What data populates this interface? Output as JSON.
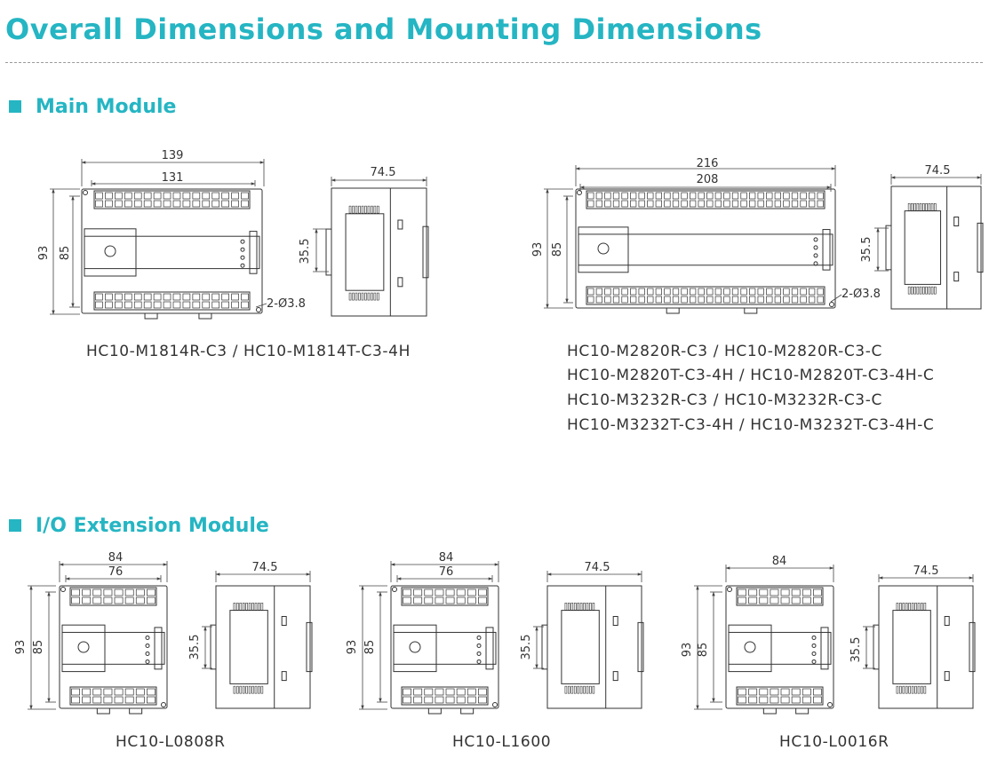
{
  "title": "Overall Dimensions and Mounting Dimensions",
  "accent_color": "#25b5c3",
  "sections": {
    "main": "Main Module",
    "io": "I/O Extension Module"
  },
  "main_a": {
    "w_outer": "139",
    "w_inner": "131",
    "h_outer": "93",
    "h_inner": "85",
    "depth": "74.5",
    "rail": "35.5",
    "hole": "2-Ø3.8",
    "caption": "HC10-M1814R-C3 / HC10-M1814T-C3-4H"
  },
  "main_b": {
    "w_outer": "216",
    "w_inner": "208",
    "h_outer": "93",
    "h_inner": "85",
    "depth": "74.5",
    "rail": "35.5",
    "hole": "2-Ø3.8",
    "captions": [
      "HC10-M2820R-C3 / HC10-M2820R-C3-C",
      "HC10-M2820T-C3-4H / HC10-M2820T-C3-4H-C",
      "HC10-M3232R-C3 / HC10-M3232R-C3-C",
      "HC10-M3232T-C3-4H / HC10-M3232T-C3-4H-C"
    ]
  },
  "io": [
    {
      "w_outer": "84",
      "w_inner": "76",
      "h_outer": "93",
      "h_inner": "85",
      "depth": "74.5",
      "rail": "35.5",
      "caption": "HC10-L0808R"
    },
    {
      "w_outer": "84",
      "w_inner": "76",
      "h_outer": "93",
      "h_inner": "85",
      "depth": "74.5",
      "rail": "35.5",
      "caption": "HC10-L1600"
    },
    {
      "w_outer": "84",
      "h_outer": "93",
      "h_inner": "85",
      "depth": "74.5",
      "rail": "35.5",
      "caption": "HC10-L0016R"
    }
  ]
}
